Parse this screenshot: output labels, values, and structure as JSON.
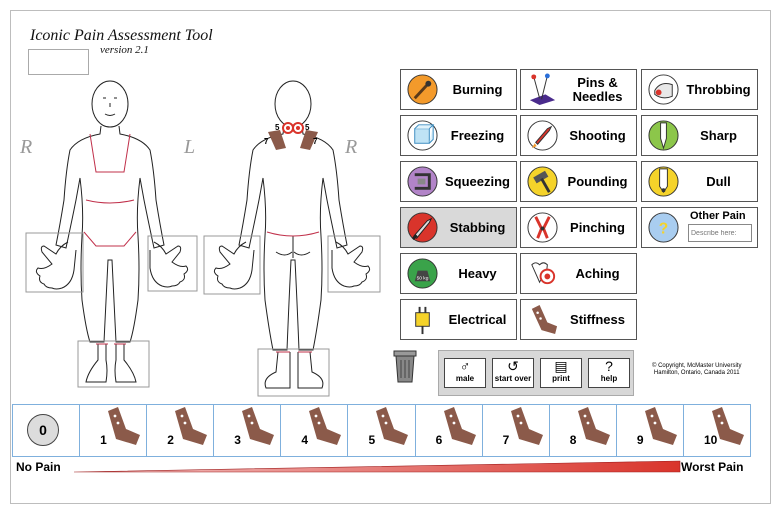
{
  "app": {
    "title": "Iconic Pain Assessment Tool",
    "version": "version 2.1",
    "name_value": ""
  },
  "body_labels": {
    "right": "R",
    "left": "L",
    "back_right": "R"
  },
  "back_markers": [
    "5",
    "5",
    "7",
    "7"
  ],
  "pain_types": [
    {
      "label": "Burning",
      "icon": "match-flame-icon",
      "selected": false
    },
    {
      "label": "Pins & Needles",
      "icon": "pins-needles-icon",
      "selected": false
    },
    {
      "label": "Throbbing",
      "icon": "throbbing-toe-icon",
      "selected": false
    },
    {
      "label": "Freezing",
      "icon": "ice-cube-icon",
      "selected": false
    },
    {
      "label": "Shooting",
      "icon": "rocket-icon",
      "selected": false
    },
    {
      "label": "Sharp",
      "icon": "sharp-pencil-icon",
      "selected": false
    },
    {
      "label": "Squeezing",
      "icon": "clamp-icon",
      "selected": false
    },
    {
      "label": "Pounding",
      "icon": "hammer-icon",
      "selected": false
    },
    {
      "label": "Dull",
      "icon": "dull-pencil-icon",
      "selected": false
    },
    {
      "label": "Stabbing",
      "icon": "knife-icon",
      "selected": true
    },
    {
      "label": "Pinching",
      "icon": "pliers-icon",
      "selected": false
    },
    {
      "label": "Heavy",
      "icon": "weight-icon",
      "selected": false,
      "icon_text": "50 kg"
    },
    {
      "label": "Aching",
      "icon": "aching-tooth-icon",
      "selected": false
    },
    {
      "label": "Electrical",
      "icon": "plug-icon",
      "selected": false
    },
    {
      "label": "Stiffness",
      "icon": "stiff-joint-icon",
      "selected": false
    }
  ],
  "other_pain": {
    "label": "Other Pain",
    "icon": "question-icon",
    "placeholder": "Describe here:"
  },
  "toolbar": {
    "male": {
      "label": "male",
      "glyph": "♂"
    },
    "start_over": {
      "label": "start over",
      "glyph": "↺"
    },
    "print": {
      "label": "print",
      "glyph": "▤"
    },
    "help": {
      "label": "help",
      "glyph": "?"
    }
  },
  "copyright": {
    "line1": "© Copyright, McMaster University",
    "line2": "Hamilton, Ontario, Canada 2011"
  },
  "scale": {
    "zero": "0",
    "levels": [
      "1",
      "2",
      "3",
      "4",
      "5",
      "6",
      "7",
      "8",
      "9",
      "10"
    ],
    "min_label": "No Pain",
    "max_label": "Worst Pain"
  },
  "colors": {
    "accent_red": "#d9342b",
    "stiffness_brown": "#8b5a4a",
    "selected_bg": "#d9d9d9",
    "scale_border": "#7fb0dd"
  }
}
